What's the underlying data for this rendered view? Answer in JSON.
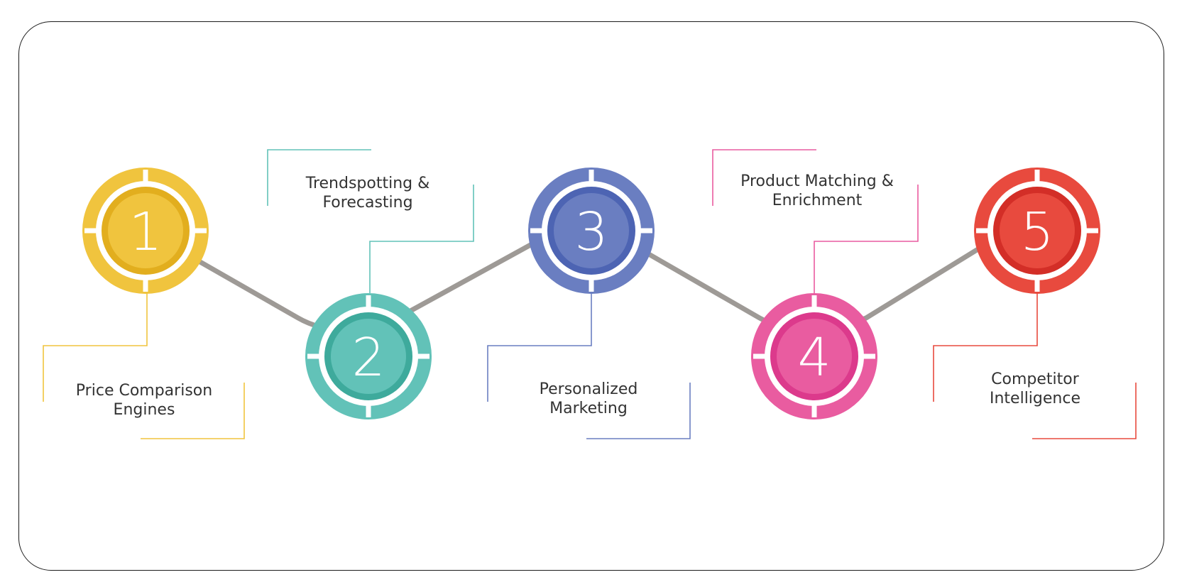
{
  "steps": [
    {
      "number": "1",
      "lines": [
        "Price Comparison",
        "Engines"
      ],
      "color": "#F0C43E",
      "dark": "#E2AE1E"
    },
    {
      "number": "2",
      "lines": [
        "Trendspotting &",
        "Forecasting"
      ],
      "color": "#62C2B8",
      "dark": "#3EAA9C"
    },
    {
      "number": "3",
      "lines": [
        "Personalized",
        "Marketing"
      ],
      "color": "#6A7EC1",
      "dark": "#4D64B3"
    },
    {
      "number": "4",
      "lines": [
        "Product Matching &",
        "Enrichment"
      ],
      "color": "#E95CA0",
      "dark": "#DC3A8C"
    },
    {
      "number": "5",
      "lines": [
        "Competitor",
        "Intelligence"
      ],
      "color": "#E84A3E",
      "dark": "#D32E27"
    }
  ],
  "connector_color": "#9E9A96"
}
